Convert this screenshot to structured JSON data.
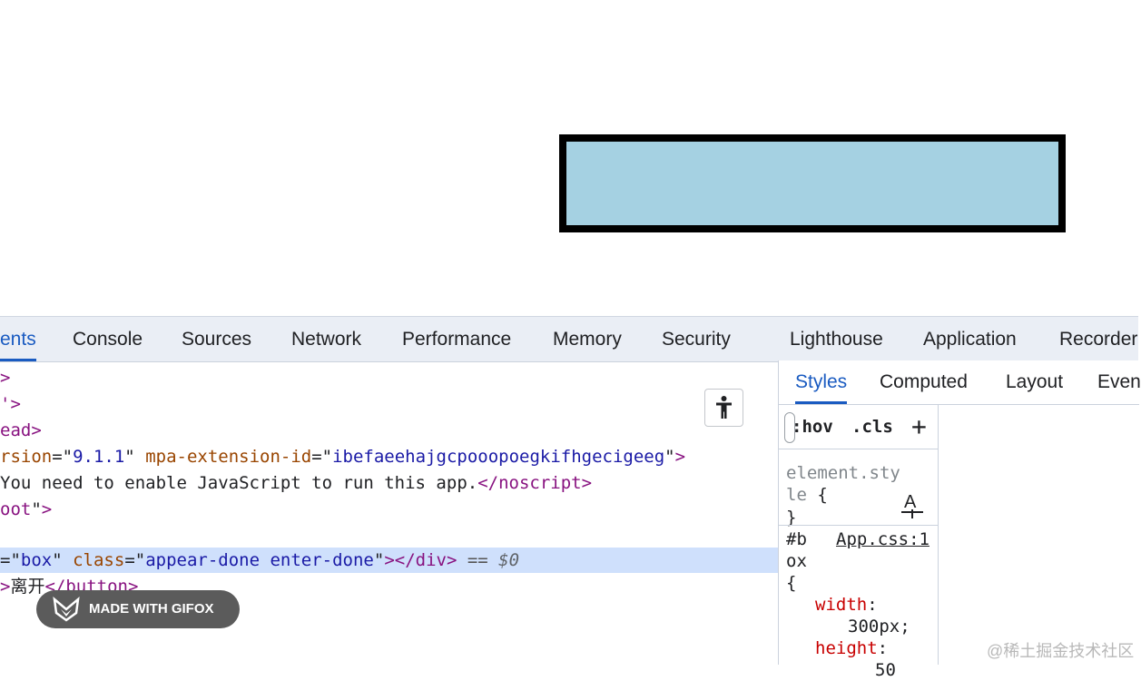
{
  "devtools": {
    "tabs": [
      "ents",
      "Console",
      "Sources",
      "Network",
      "Performance",
      "Memory",
      "Security",
      "Lighthouse",
      "Application",
      "Recorder"
    ],
    "active_tab": "ents"
  },
  "elements": {
    "lines": [
      {
        "parts": [
          {
            "t": "tag",
            "v": ">"
          }
        ]
      },
      {
        "parts": [
          {
            "t": "tag",
            "v": "'>"
          }
        ]
      },
      {
        "parts": [
          {
            "t": "tag",
            "v": "ead>"
          }
        ]
      },
      {
        "parts": [
          {
            "t": "attr",
            "v": "rsion"
          },
          {
            "t": "txt",
            "v": "=\""
          },
          {
            "t": "val",
            "v": "9.1.1"
          },
          {
            "t": "txt",
            "v": "\" "
          },
          {
            "t": "attr",
            "v": "mpa-extension-id"
          },
          {
            "t": "txt",
            "v": "=\""
          },
          {
            "t": "val",
            "v": "ibefaeehajgcpooopoegkifhgecigeeg"
          },
          {
            "t": "txt",
            "v": "\""
          },
          {
            "t": "tag",
            "v": ">"
          }
        ]
      },
      {
        "parts": [
          {
            "t": "txt",
            "v": "You need to enable JavaScript to run this app."
          },
          {
            "t": "tag",
            "v": "</noscript>"
          }
        ]
      },
      {
        "parts": [
          {
            "t": "tag",
            "v": "oot"
          },
          {
            "t": "txt",
            "v": "\""
          },
          {
            "t": "tag",
            "v": ">"
          }
        ]
      },
      {
        "parts": [
          {
            "t": "txt",
            "v": ""
          }
        ]
      },
      {
        "parts": [
          {
            "t": "txt",
            "v": "=\""
          },
          {
            "t": "val",
            "v": "box"
          },
          {
            "t": "txt",
            "v": "\" "
          },
          {
            "t": "attr",
            "v": "class"
          },
          {
            "t": "txt",
            "v": "=\""
          },
          {
            "t": "val",
            "v": "appear-done enter-done"
          },
          {
            "t": "txt",
            "v": "\""
          },
          {
            "t": "tag",
            "v": "></div>"
          },
          {
            "t": "dim",
            "v": " == "
          },
          {
            "t": "it",
            "v": "$0"
          }
        ],
        "selected": true
      },
      {
        "parts": [
          {
            "t": "tag",
            "v": ">"
          },
          {
            "t": "txt",
            "v": "离开"
          },
          {
            "t": "tag",
            "v": "</button>"
          }
        ]
      }
    ]
  },
  "side": {
    "tabs": [
      "Styles",
      "Computed",
      "Layout",
      "Even"
    ],
    "active_tab": "Styles",
    "hov_label": ":hov",
    "cls_label": ".cls",
    "add_label": "+",
    "element_style_1": "element.sty",
    "element_style_2": "le",
    "brace_open": "{",
    "brace_close": "}",
    "rule_selector_1": "#b",
    "rule_selector_2": "ox",
    "rule_source": "App.css:1",
    "prop_width": "width",
    "val_width": "300px;",
    "prop_height": "height",
    "val_height": "50"
  },
  "overlay": {
    "gifox_label": "MADE WITH GIFOX",
    "watermark": "@稀土掘金技术社区"
  },
  "colors": {
    "box_fill": "#a5d1e2",
    "box_border": "#000000",
    "active_tab": "#1a5bc1",
    "selection": "#cfe0fc"
  }
}
